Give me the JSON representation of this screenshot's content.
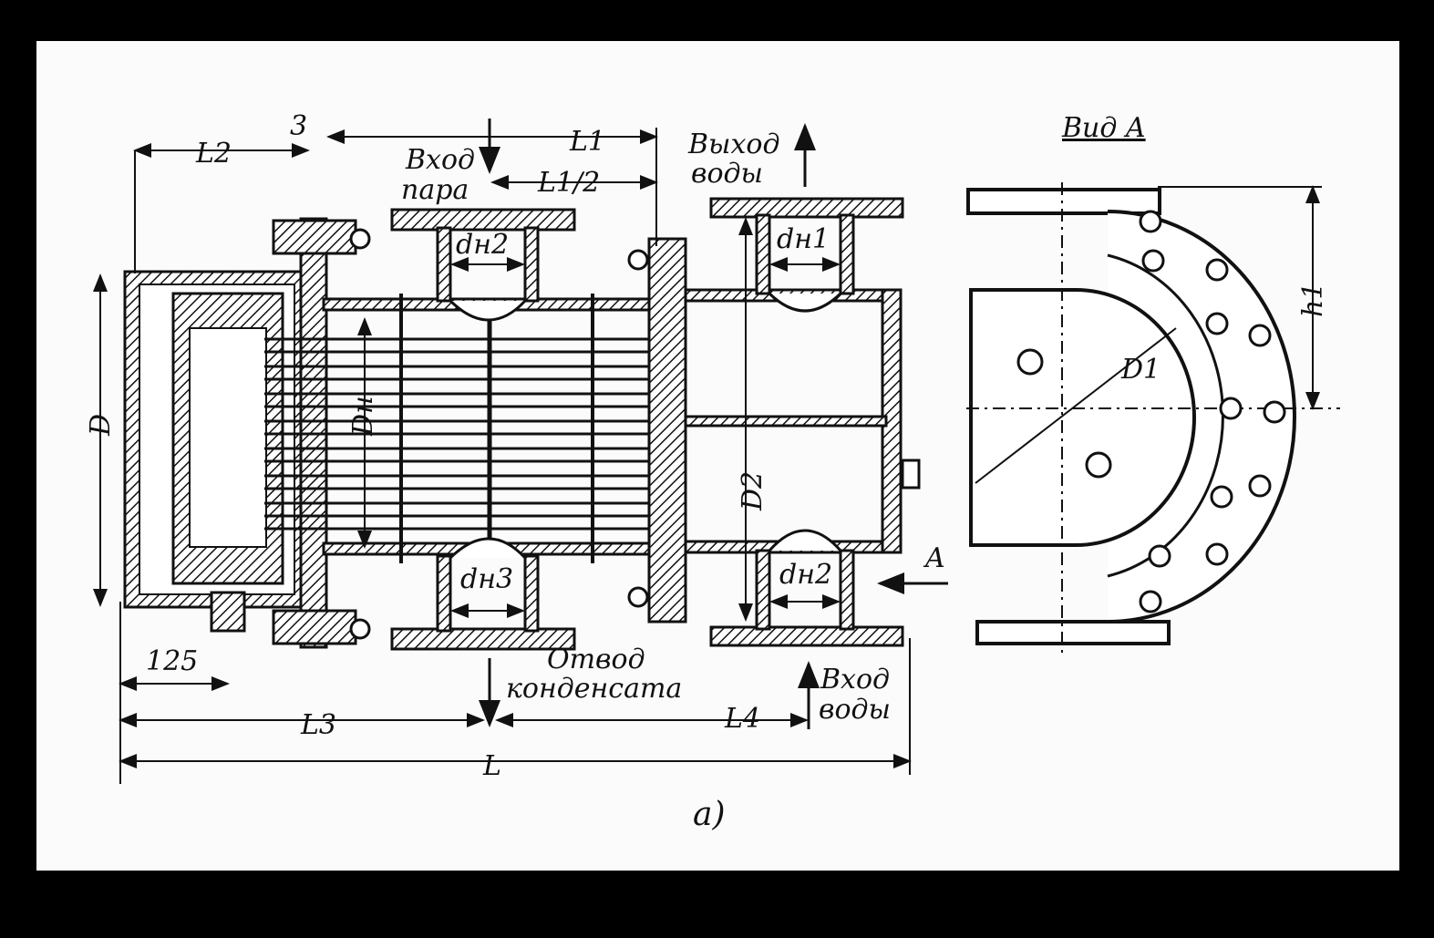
{
  "drawing": {
    "caption": "a)",
    "view_title": "Вид A",
    "labels": {
      "steam_in_line1": "Вход",
      "steam_in_line2": "пара",
      "water_out_line1": "Выход",
      "water_out_line2": "воды",
      "condensate_line1": "Отвод",
      "condensate_line2": "конденсата",
      "water_in_line1": "Вход",
      "water_in_line2": "воды",
      "view_arrow": "A"
    },
    "dimensions": {
      "L": "L",
      "L1": "L1",
      "L1_half": "L1/2",
      "L2": "L2",
      "L3": "L3",
      "L4": "L4",
      "gap": "3",
      "offset": "125",
      "D": "D",
      "Dn": "Dн",
      "D1": "D1",
      "D2": "D2",
      "h1": "h1",
      "dn1": "dн1",
      "dn2_top": "dн2",
      "dn2_bottom": "dн2",
      "dn3": "dн3"
    }
  }
}
